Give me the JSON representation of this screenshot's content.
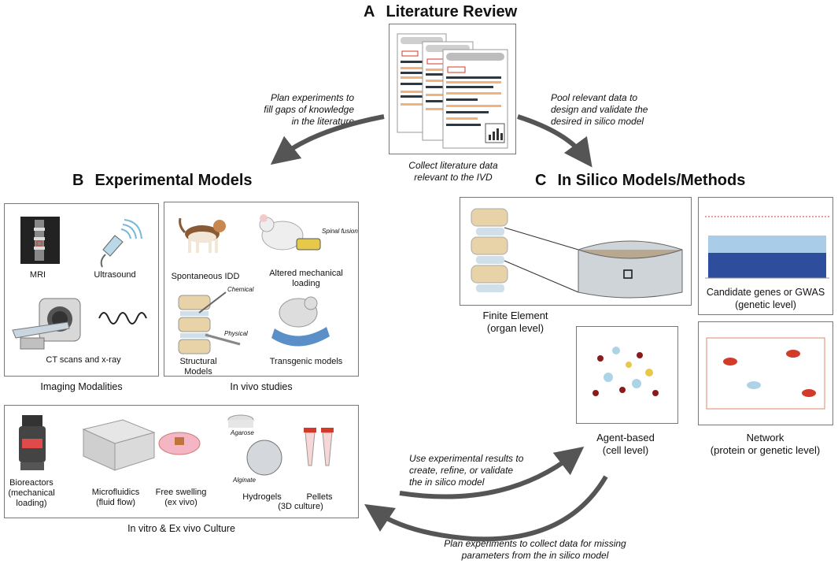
{
  "section_a": {
    "letter": "A",
    "title": "Literature Review",
    "caption_line1": "Collect literature data",
    "caption_line2": "relevant to the IVD"
  },
  "notes": {
    "plan_line1": "Plan experiments to",
    "plan_line2": "fill gaps of knowledge",
    "plan_line3": "in the literature",
    "pool_line1": "Pool relevant data to",
    "pool_line2": "design and validate the",
    "pool_line3": "desired in silico model",
    "use_line1": "Use experimental results to",
    "use_line2": "create, refine, or validate",
    "use_line3": "the in silico model",
    "collect_line1": "Plan experiments to collect data for missing",
    "collect_line2": "parameters from the in silico model"
  },
  "section_b": {
    "letter": "B",
    "title": "Experimental Models",
    "imaging": {
      "mri": "MRI",
      "ultrasound": "Ultrasound",
      "ct": "CT scans and x-ray",
      "caption": "Imaging Modalities"
    },
    "invivo": {
      "spontaneous": "Spontaneous IDD",
      "altered_line1": "Altered mechanical",
      "altered_line2": "loading",
      "spinal_fusion": "Spinal fusion",
      "chemical": "Chemical",
      "physical": "Physical",
      "structural_line1": "Structural",
      "structural_line2": "Models",
      "transgenic": "Transgenic models",
      "caption": "In vivo studies"
    },
    "invitro": {
      "bioreactors_line1": "Bioreactors",
      "bioreactors_line2": "(mechanical",
      "bioreactors_line3": "loading)",
      "microfluidics_line1": "Microfluidics",
      "microfluidics_line2": "(fluid flow)",
      "swelling_line1": "Free swelling",
      "swelling_line2": "(ex vivo)",
      "agarose": "Agarose",
      "alginate": "Alginate",
      "hydrogels": "Hydrogels",
      "pellets": "Pellets",
      "culture3d": "(3D culture)",
      "caption": "In vitro & Ex vivo Culture"
    }
  },
  "section_c": {
    "letter": "C",
    "title": "In Silico Models/Methods",
    "fe_line1": "Finite Element",
    "fe_line2": "(organ level)",
    "gwas_line1": "Candidate genes or GWAS",
    "gwas_line2": "(genetic level)",
    "agent_line1": "Agent-based",
    "agent_line2": "(cell level)",
    "network_line1": "Network",
    "network_line2": "(protein or genetic level)"
  },
  "colors": {
    "arrow": "#555555",
    "highlight": "#f2b27a",
    "bar": "#2a3a44",
    "accent_red": "#d23a2a"
  }
}
